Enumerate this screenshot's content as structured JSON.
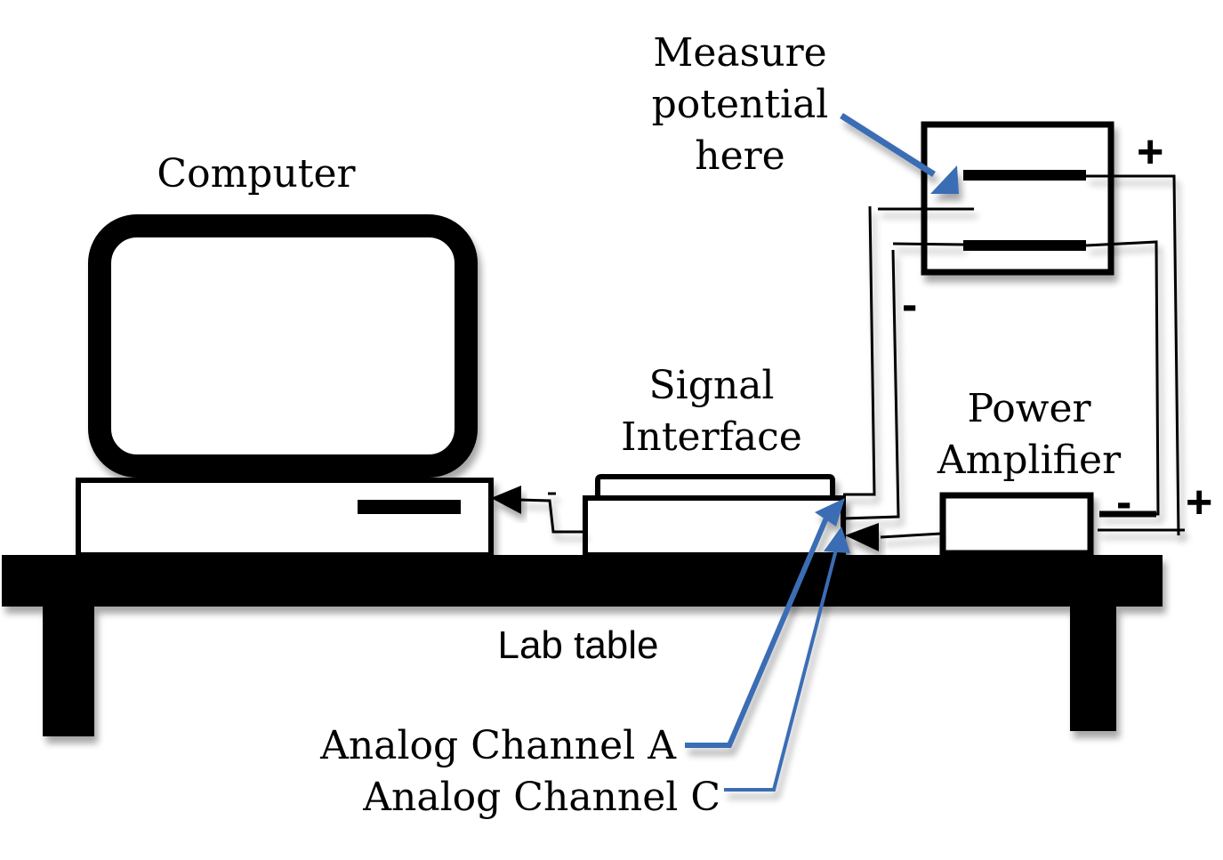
{
  "labels": {
    "computer": "Computer",
    "measure_line1": "Measure",
    "measure_line2": "potential",
    "measure_line3": "here",
    "signal_line1": "Signal",
    "signal_line2": "Interface",
    "power_line1": "Power",
    "power_line2": "Amplifier",
    "lab_table": "Lab table",
    "channel_a": "Analog Channel A",
    "channel_c": "Analog Channel C"
  },
  "polarity": {
    "plus_top": "+",
    "minus_left": "-",
    "minus_amp": "-",
    "plus_amp": "+"
  },
  "colors": {
    "pointer": "#3b6db5",
    "ink": "#000000"
  }
}
